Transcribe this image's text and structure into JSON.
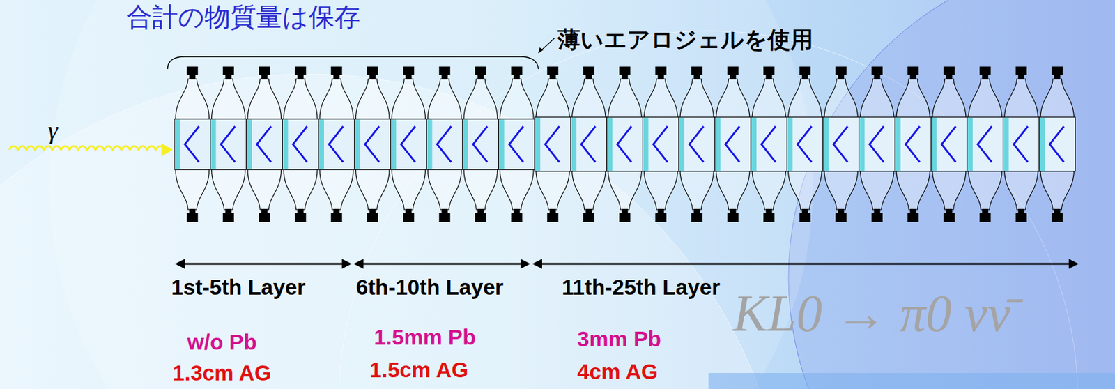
{
  "diagram": {
    "labels": [
      "合計の物質量は保存",
      "薄いエアロジェルを使用",
      "γ",
      "1st-5th Layer",
      "6th-10th Layer",
      "11th-25th Layer",
      "w/o Pb",
      "1.3cm AG",
      "1.5mm Pb",
      "1.5cm AG",
      "3mm Pb",
      "4cm AG",
      "KL0 → π0 νν̄"
    ]
  }
}
